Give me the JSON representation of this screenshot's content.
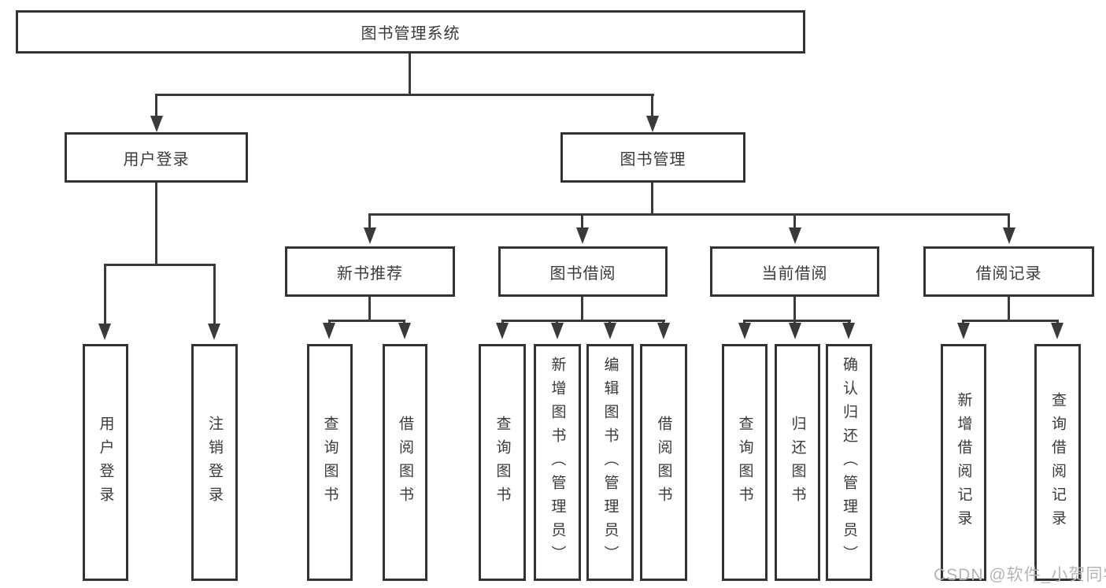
{
  "tree": {
    "root": "图书管理系统",
    "branches": [
      {
        "label": "用户登录",
        "children": [
          "用户登录",
          "注销登录"
        ]
      },
      {
        "label": "图书管理",
        "sections": [
          {
            "label": "新书推荐",
            "children": [
              "查询图书",
              "借阅图书"
            ]
          },
          {
            "label": "图书借阅",
            "children": [
              "查询图书",
              "新增图书（管理员）",
              "编辑图书（管理员）",
              "借阅图书"
            ]
          },
          {
            "label": "当前借阅",
            "children": [
              "查询图书",
              "归还图书",
              "确认归还（管理员）"
            ]
          },
          {
            "label": "借阅记录",
            "children": [
              "新增借阅记录",
              "查询借阅记录"
            ]
          }
        ]
      }
    ]
  },
  "watermark": {
    "text": "CSDN @软件_小贺同学"
  },
  "colors": {
    "line": "#3a3a3a",
    "box_border": "#333333",
    "box_fill": "#ffffff",
    "text": "#3a3a3a",
    "watermark": "#b4b4b4",
    "background": "#ffffff"
  }
}
